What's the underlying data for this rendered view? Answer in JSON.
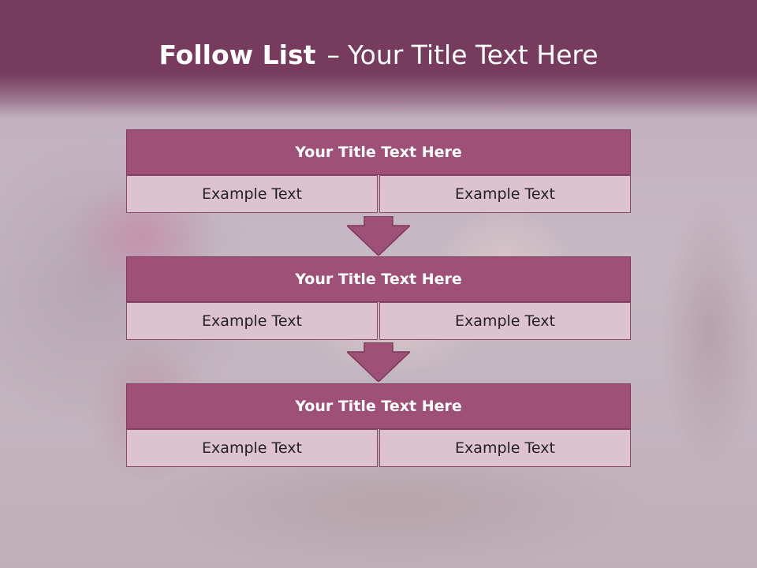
{
  "slide": {
    "title_bold": "Follow List",
    "title_separator": "–",
    "title_rest": "Your Title Text Here"
  },
  "blocks": [
    {
      "heading": "Your Title Text Here",
      "left_text": "Example Text",
      "right_text": "Example Text"
    },
    {
      "heading": "Your Title Text Here",
      "left_text": "Example Text",
      "right_text": "Example Text"
    },
    {
      "heading": "Your Title Text Here",
      "left_text": "Example Text",
      "right_text": "Example Text"
    }
  ],
  "colors": {
    "header_band": "#773b5d",
    "block_heading": "#9f5076",
    "block_cell": "#ddc3cf",
    "arrow": "#9f5076"
  }
}
